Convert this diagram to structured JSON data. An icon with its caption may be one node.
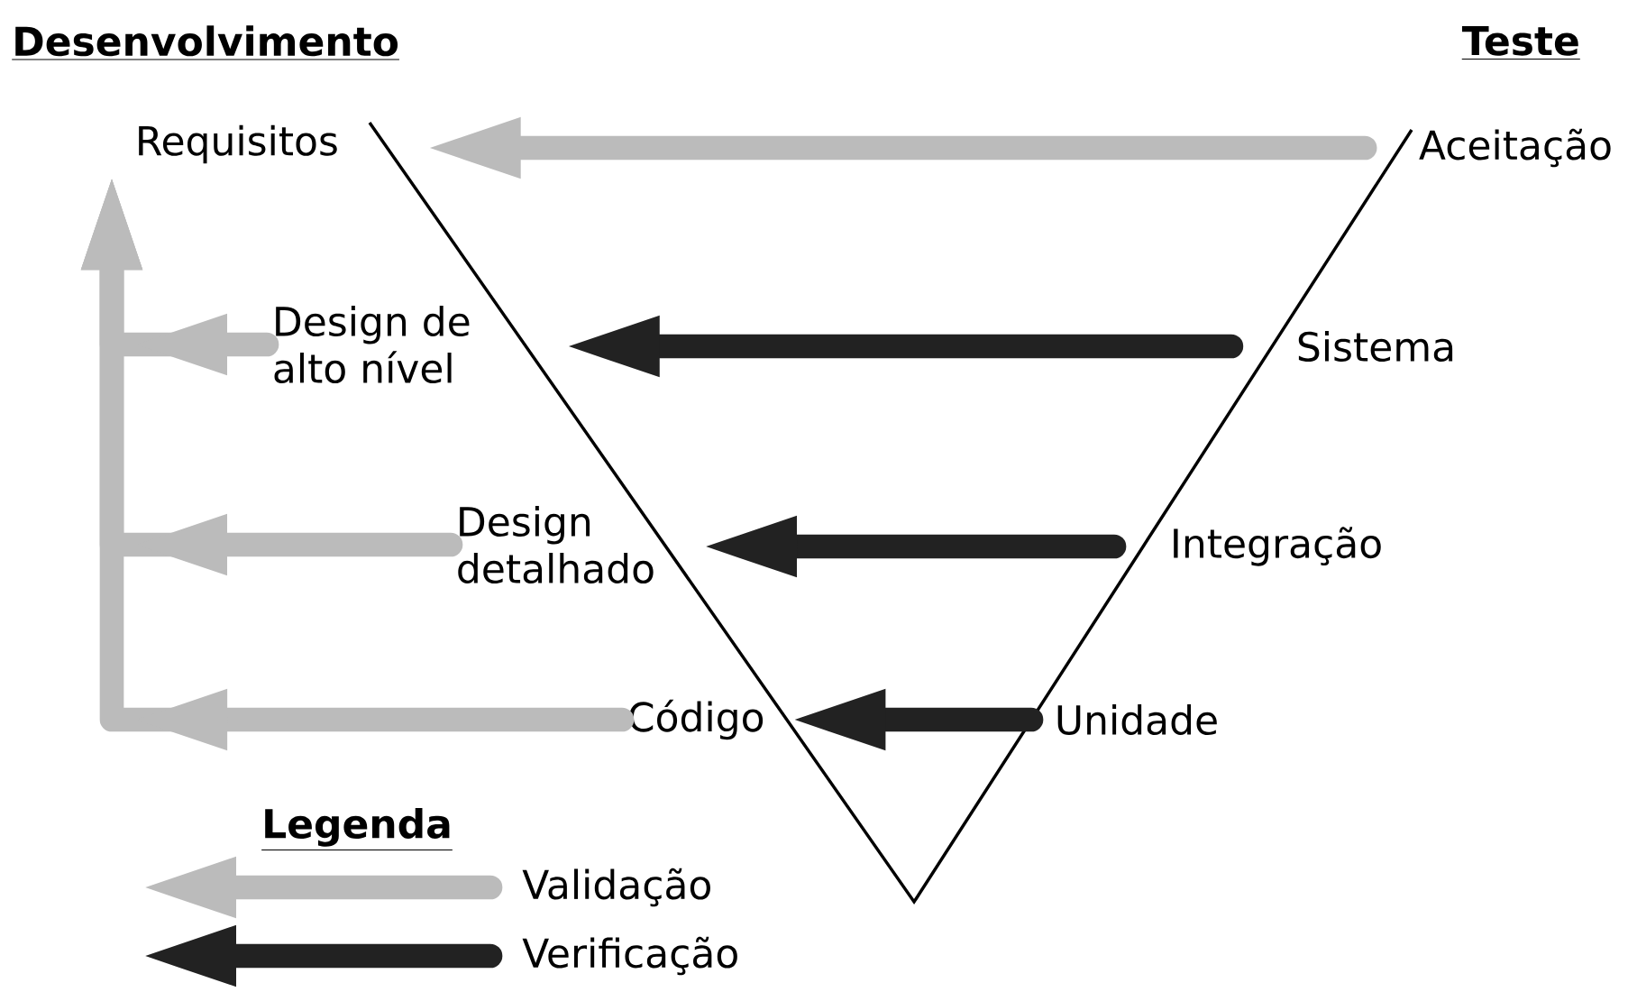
{
  "diagram": {
    "nodes": [
      {
        "text": [
          "Requisitos"
        ]
      },
      {
        "text": [
          "Design de alto nível"
        ]
      },
      {
        "text": [
          "Design detalhado"
        ]
      },
      {
        "text": [
          "Código"
        ]
      },
      {
        "text": [
          "Aceitação"
        ]
      },
      {
        "text": [
          "Sistema"
        ]
      },
      {
        "text": [
          "Integração"
        ]
      },
      {
        "text": [
          "Unidade"
        ]
      }
    ],
    "edges": [
      {
        "from": 4,
        "to": 0,
        "arrow": "to",
        "color": "#bbbbbb"
      },
      {
        "from": 5,
        "to": 1,
        "arrow": "to",
        "color": "#222222"
      },
      {
        "from": 6,
        "to": 2,
        "arrow": "to",
        "color": "#222222"
      },
      {
        "from": 7,
        "to": 3,
        "arrow": "to",
        "color": "#222222"
      },
      {
        "from": 1,
        "to": 0,
        "arrow": "to",
        "color": "#bbbbbb"
      },
      {
        "from": 2,
        "to": 0,
        "arrow": "to",
        "color": "#bbbbbb"
      },
      {
        "from": 3,
        "to": 0,
        "arrow": "to",
        "color": "#bbbbbb"
      }
    ],
    "labels": [
      "Desenvolvimento",
      "Teste",
      "Legenda"
    ],
    "legend": [
      {
        "text": "Validação"
      },
      {
        "text": "Verificação"
      }
    ]
  }
}
